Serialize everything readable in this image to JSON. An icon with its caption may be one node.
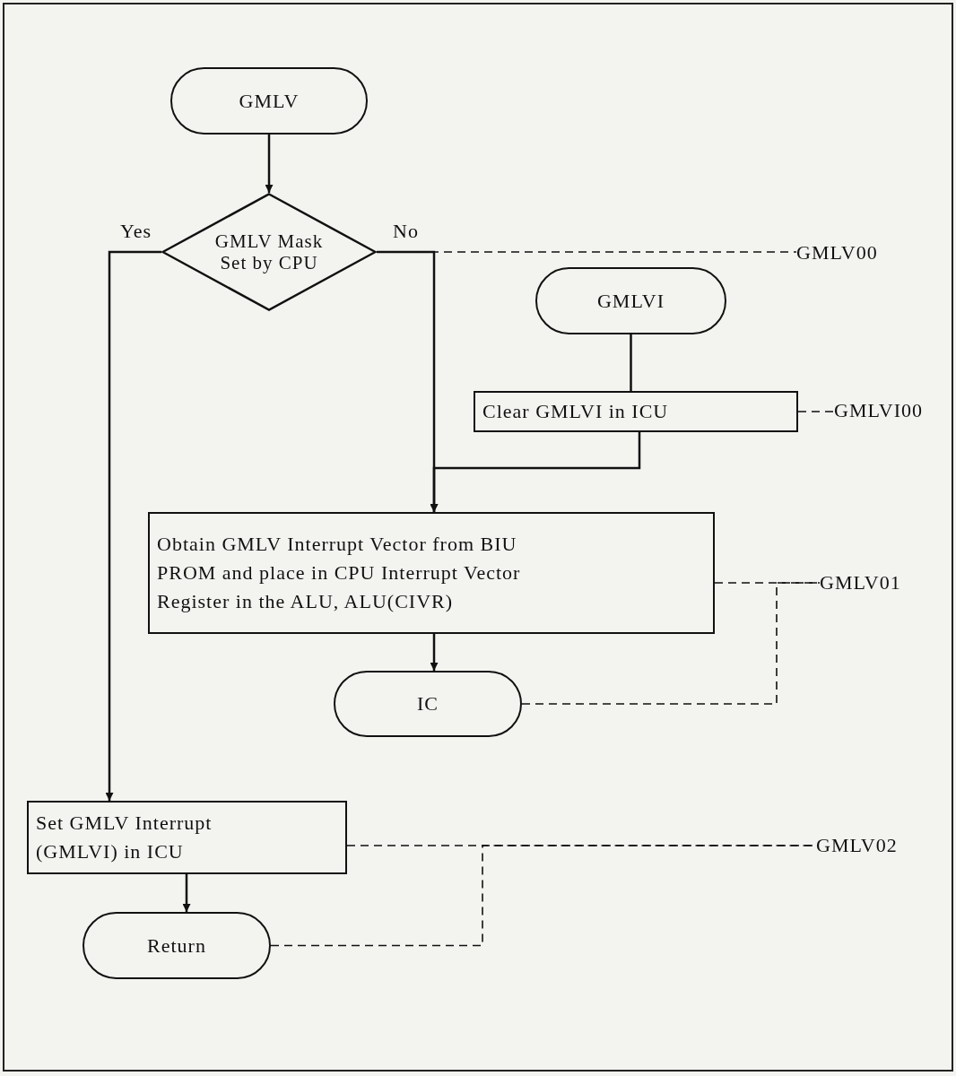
{
  "diagram": {
    "nodes": [
      {
        "text": [
          "GMLV"
        ]
      },
      {
        "text": [
          "GMLV Mask Set by CPU"
        ]
      },
      {
        "text": [
          "GMLVI"
        ]
      },
      {
        "text": [
          "Clear GMLVI in ICU"
        ]
      },
      {
        "text": [
          "Obtain GMLV Interrupt Vector from BIU PROM and place in CPU Interrupt Vector Register in the ALU, ALU(CIVR)"
        ]
      },
      {
        "text": [
          "IC"
        ]
      },
      {
        "text": [
          "Set GMLV Interrupt (GMLVI) in ICU"
        ]
      },
      {
        "text": [
          "Return"
        ]
      },
      {
        "text": [
          "GMLV00"
        ]
      },
      {
        "text": [
          "GMLVI00"
        ]
      },
      {
        "text": [
          "GMLV01"
        ]
      },
      {
        "text": [
          "GMLV02"
        ]
      }
    ],
    "edges": [
      {
        "from": 0,
        "to": 1,
        "arrow": "to"
      },
      {
        "from": 1,
        "to": 6,
        "arrow": "to",
        "label": "Yes"
      },
      {
        "from": 1,
        "to": 4,
        "arrow": "to",
        "label": "No"
      },
      {
        "from": 2,
        "to": 3,
        "arrow": "none"
      },
      {
        "from": 3,
        "to": 4,
        "arrow": "to"
      },
      {
        "from": 4,
        "to": 5,
        "arrow": "to"
      },
      {
        "from": 6,
        "to": 7,
        "arrow": "to"
      },
      {
        "from": 1,
        "to": 8,
        "arrow": "none",
        "style": "dashed"
      },
      {
        "from": 3,
        "to": 9,
        "arrow": "none",
        "style": "dashed"
      },
      {
        "from": 4,
        "to": 10,
        "arrow": "none",
        "style": "dashed"
      },
      {
        "from": 5,
        "to": 10,
        "arrow": "none",
        "style": "dashed"
      },
      {
        "from": 6,
        "to": 11,
        "arrow": "none",
        "style": "dashed"
      },
      {
        "from": 7,
        "to": 11,
        "arrow": "none",
        "style": "dashed"
      }
    ]
  }
}
